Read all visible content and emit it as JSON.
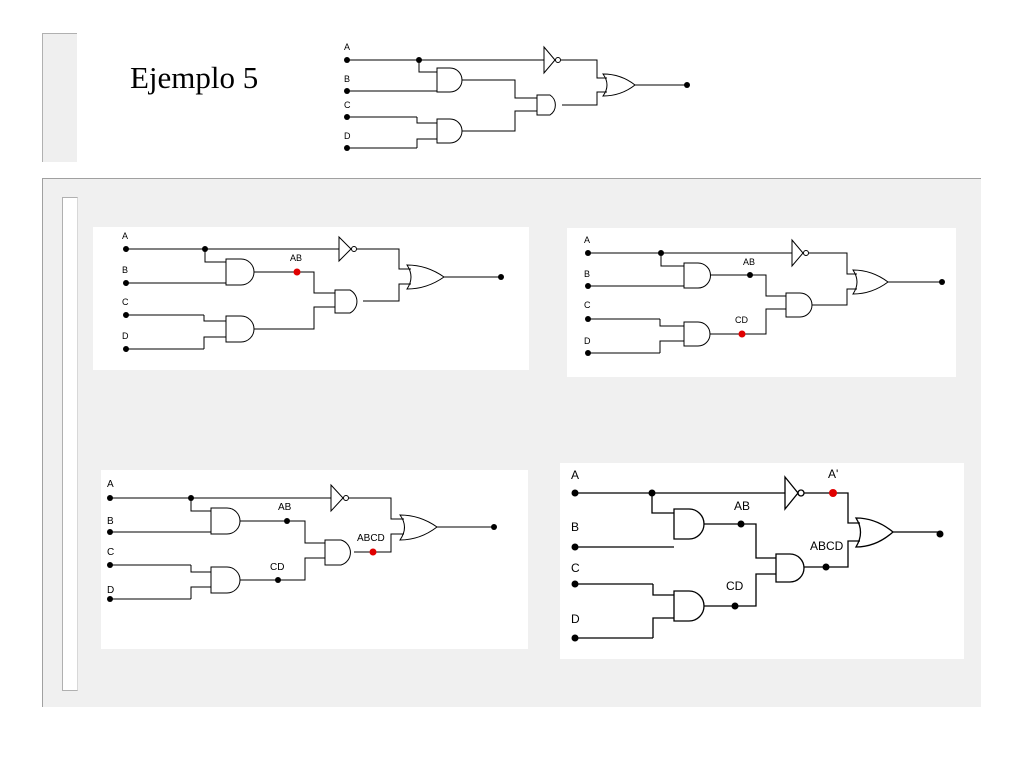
{
  "title": "Ejemplo 5",
  "inputs": [
    "A",
    "B",
    "C",
    "D"
  ],
  "intermediate_labels": {
    "ab": "AB",
    "cd": "CD",
    "abcd": "ABCD",
    "a_not": "A'"
  },
  "colors": {
    "wire": "#000000",
    "highlight": "#e00000",
    "panel": "#f0f0f0"
  }
}
